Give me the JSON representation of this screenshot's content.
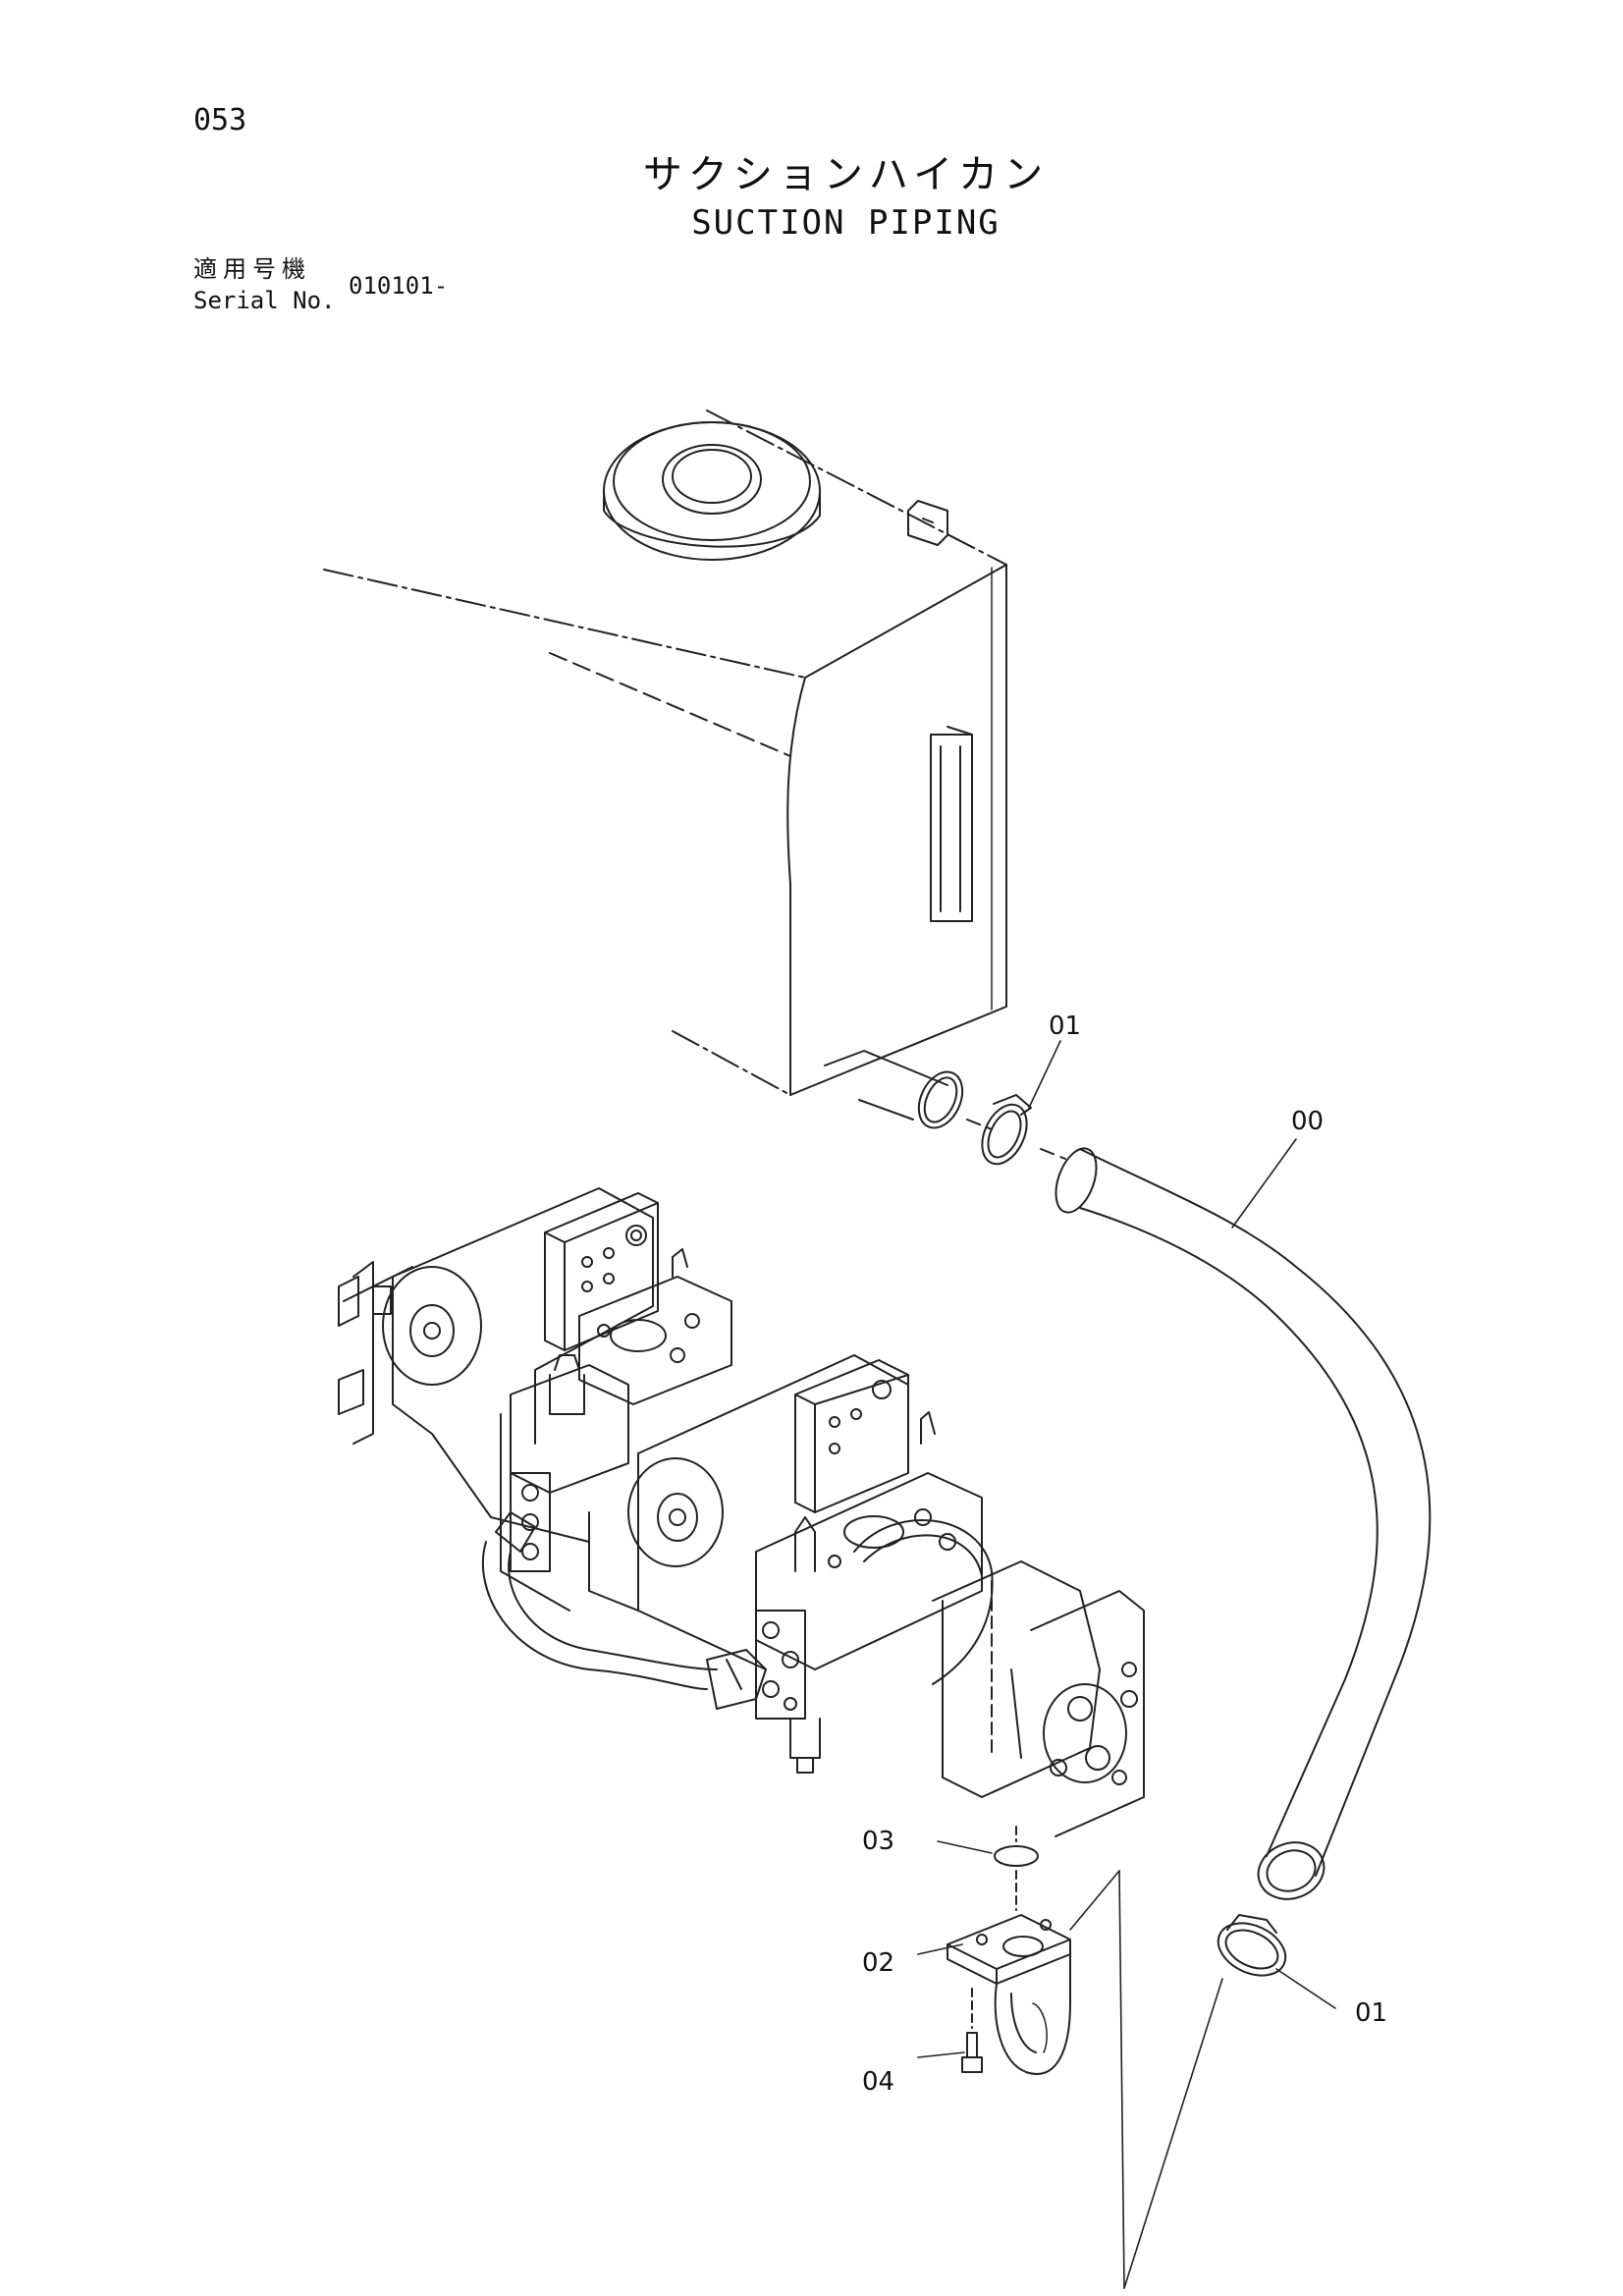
{
  "page_number": "053",
  "title": {
    "japanese": "サクションハイカン",
    "english": "SUCTION PIPING"
  },
  "serial": {
    "label_jp": "適用号機",
    "label_en": "Serial No.",
    "value": "010101-"
  },
  "callouts": [
    {
      "id": "clamp-upper",
      "label": "01"
    },
    {
      "id": "hose",
      "label": "00"
    },
    {
      "id": "o-ring",
      "label": "03"
    },
    {
      "id": "flange",
      "label": "02"
    },
    {
      "id": "clamp-lower",
      "label": "01"
    },
    {
      "id": "bolt",
      "label": "04"
    }
  ]
}
